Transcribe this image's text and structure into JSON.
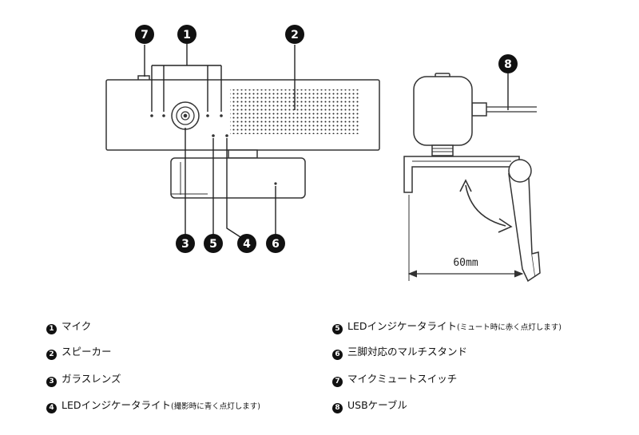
{
  "callouts": {
    "n1": "1",
    "n2": "2",
    "n3": "3",
    "n4": "4",
    "n5": "5",
    "n6": "6",
    "n7": "7",
    "n8": "8"
  },
  "dimension": {
    "width_label": "60mm"
  },
  "legend": [
    {
      "num": "1",
      "label": "マイク",
      "note": ""
    },
    {
      "num": "2",
      "label": "スピーカー",
      "note": ""
    },
    {
      "num": "3",
      "label": "ガラスレンズ",
      "note": ""
    },
    {
      "num": "4",
      "label": "LEDインジケータライト",
      "note": "(撮影時に青く点灯します)"
    },
    {
      "num": "5",
      "label": "LEDインジケータライト",
      "note": "(ミュート時に赤く点灯します)"
    },
    {
      "num": "6",
      "label": "三脚対応のマルチスタンド",
      "note": ""
    },
    {
      "num": "7",
      "label": "マイクミュートスイッチ",
      "note": ""
    },
    {
      "num": "8",
      "label": "USBケーブル",
      "note": ""
    }
  ],
  "colors": {
    "outline": "#333333",
    "badge": "#111111",
    "badge_text": "#ffffff"
  }
}
